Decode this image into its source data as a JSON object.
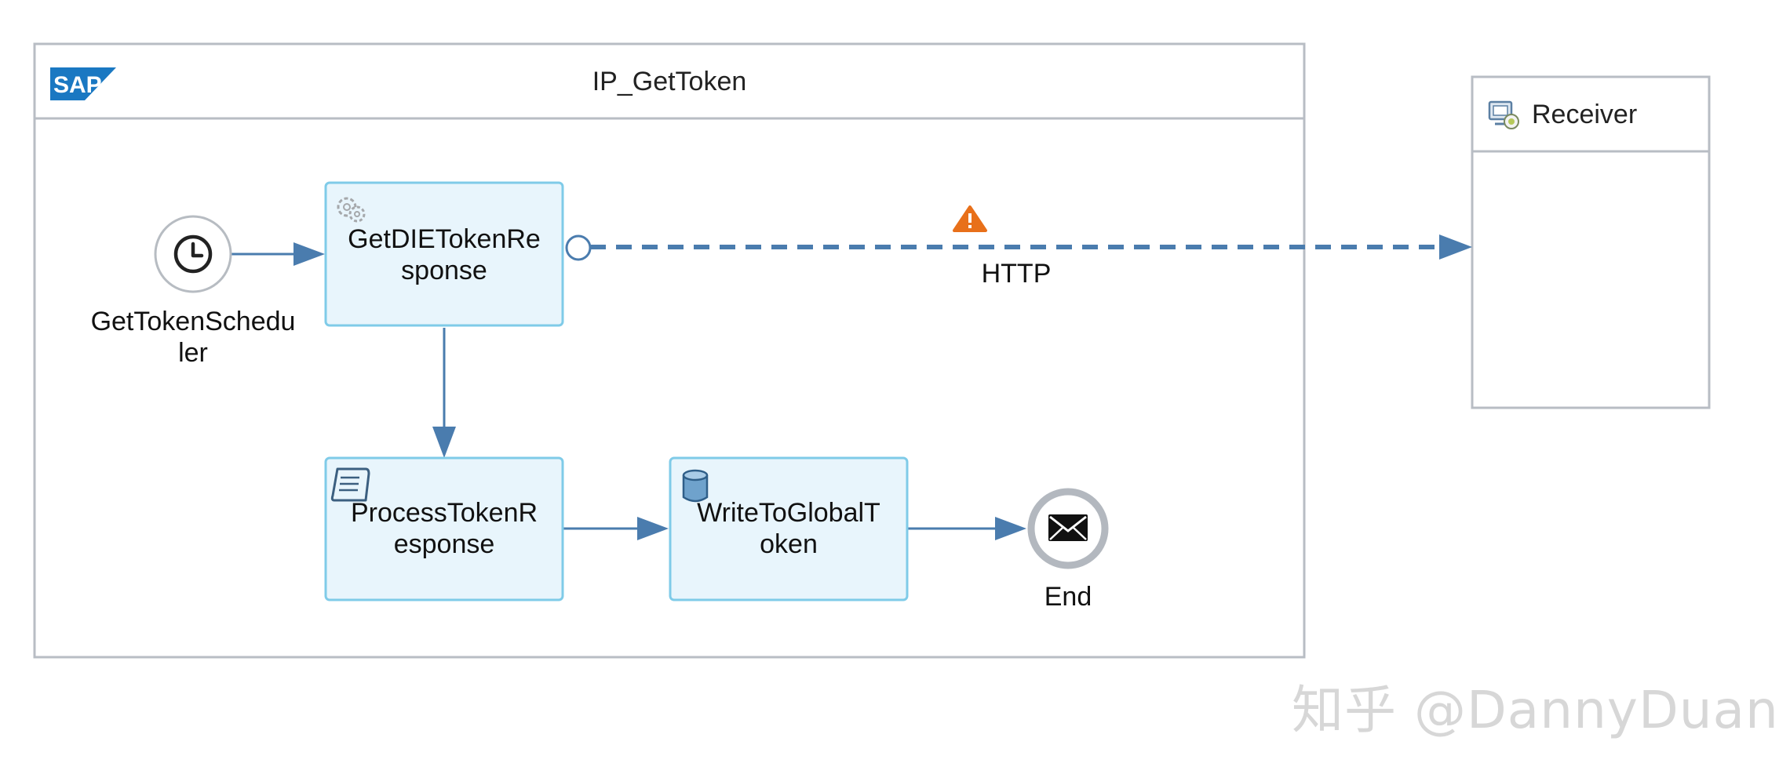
{
  "integration_process": {
    "title": "IP_GetToken",
    "logo_text": "SAP"
  },
  "receiver": {
    "title": "Receiver"
  },
  "nodes": {
    "start": {
      "label_line1": "GetTokenSchedu",
      "label_line2": "ler",
      "icon": "clock-icon"
    },
    "get_response": {
      "label_line1": "GetDIETokenRe",
      "label_line2": "sponse",
      "icon": "gear-icon"
    },
    "process_response": {
      "label_line1": "ProcessTokenR",
      "label_line2": "esponse",
      "icon": "script-icon"
    },
    "write_global": {
      "label_line1": "WriteToGlobalT",
      "label_line2": "oken",
      "icon": "datastore-icon"
    },
    "end": {
      "label": "End",
      "icon": "envelope-icon"
    }
  },
  "connection": {
    "label": "HTTP",
    "warning_icon": "warning-icon"
  },
  "watermark": "知乎 @DannyDuan",
  "colors": {
    "pool_border": "#b8bdc4",
    "task_fill": "#e8f5fc",
    "task_border": "#7fcbe8",
    "flow": "#4a7cae",
    "warning": "#e8701a",
    "sap_blue": "#1a78c2"
  }
}
